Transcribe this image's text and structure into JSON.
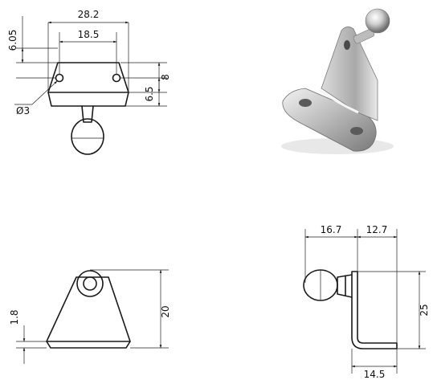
{
  "top_view": {
    "width_overall": "28.2",
    "hole_spacing": "18.5",
    "top_offset": "6.05",
    "height_8": "8",
    "height_65": "6.5",
    "hole_dia": "Ø3"
  },
  "front_view": {
    "height": "20",
    "thickness": "1.8"
  },
  "side_view": {
    "ball_offset": "16.7",
    "bracket_depth": "12.7",
    "height": "25",
    "base_length": "14.5"
  },
  "photo": {
    "metal_color": "#c9c9c9",
    "shadow_color": "#8a8a8a"
  }
}
